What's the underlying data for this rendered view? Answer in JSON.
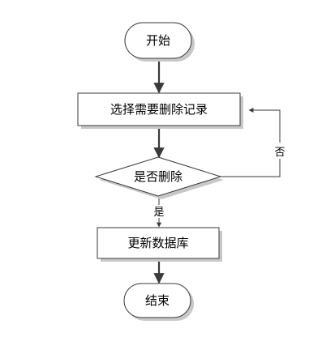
{
  "diagram": {
    "nodes": {
      "start": {
        "label": "开始",
        "shape": "terminator"
      },
      "select_record": {
        "label": "选择需要删除记录",
        "shape": "process"
      },
      "confirm_delete": {
        "label": "是否删除",
        "shape": "decision"
      },
      "update_db": {
        "label": "更新数据库",
        "shape": "process"
      },
      "end": {
        "label": "结束",
        "shape": "terminator"
      }
    },
    "edges": {
      "start_to_select": {
        "from": "start",
        "to": "select_record",
        "label": ""
      },
      "select_to_confirm": {
        "from": "select_record",
        "to": "confirm_delete",
        "label": ""
      },
      "confirm_yes": {
        "from": "confirm_delete",
        "to": "update_db",
        "label": "是"
      },
      "confirm_no": {
        "from": "confirm_delete",
        "to": "select_record",
        "label": "否"
      },
      "update_to_end": {
        "from": "update_db",
        "to": "end",
        "label": ""
      }
    },
    "colors": {
      "node_fill": "#ffffff",
      "node_stroke": "#3a3a3a",
      "shadow": "#c8c8c8",
      "connector": "#3a3a3a"
    }
  }
}
